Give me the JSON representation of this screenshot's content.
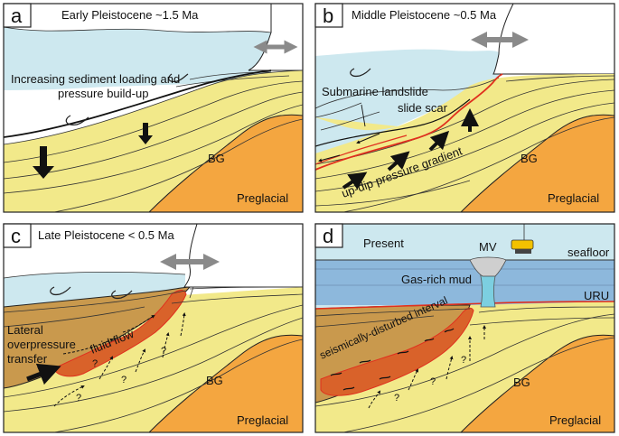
{
  "panels": [
    {
      "letter": "a",
      "title": "Early Pleistocene ~1.5 Ma",
      "labels": {
        "loading_line1": "Increasing sediment loading and",
        "loading_line2": "pressure build-up",
        "bg": "BG",
        "preglacial": "Preglacial"
      }
    },
    {
      "letter": "b",
      "title": "Middle Pleistocene ~0.5 Ma",
      "labels": {
        "landslide": "Submarine landslide",
        "scar": "slide scar",
        "gradient": "up-dip pressure gradient",
        "bg": "BG",
        "preglacial": "Preglacial"
      }
    },
    {
      "letter": "c",
      "title": "Late Pleistocene < 0.5 Ma",
      "labels": {
        "lateral1": "Lateral",
        "lateral2": "overpressure",
        "lateral3": "transfer",
        "fluid": "fluid flow",
        "q": "?",
        "bg": "BG",
        "preglacial": "Preglacial"
      }
    },
    {
      "letter": "d",
      "labels": {
        "present": "Present",
        "mv": "MV",
        "seafloor": "seafloor",
        "gasmud": "Gas-rich mud",
        "uru": "URU",
        "disturbed": "seismically-disturbed interval",
        "q": "?",
        "bg": "BG",
        "preglacial": "Preglacial"
      }
    }
  ],
  "colors": {
    "sea": "#cde8ef",
    "sediment": "#f2e98a",
    "preglacial": "#f4a640",
    "brown": "#c9994d",
    "orange_lens": "#d9622a",
    "red_line": "#e0301e",
    "blue_water": "#8db8dc",
    "grey_arrow": "#8a8a8a"
  }
}
